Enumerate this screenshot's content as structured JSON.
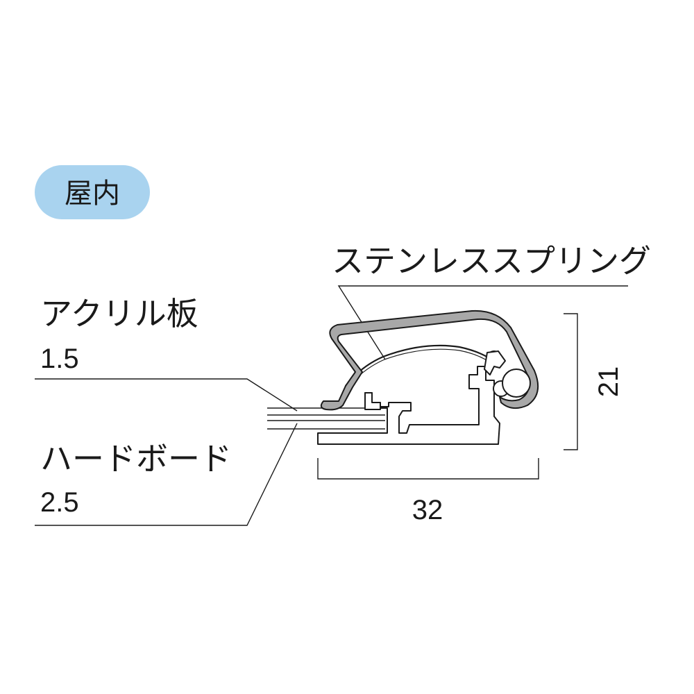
{
  "badge": {
    "label": "屋内",
    "color": "#a9d3ef"
  },
  "labels": {
    "spring": "ステンレススプリング",
    "acrylic_name": "アクリル板",
    "acrylic_thickness": "1.5",
    "board_name": "ハードボード",
    "board_thickness": "2.5"
  },
  "dimensions": {
    "width": "32",
    "height": "21"
  },
  "colors": {
    "frame_band": "#a8a8a8",
    "line": "#1a1a1a"
  }
}
